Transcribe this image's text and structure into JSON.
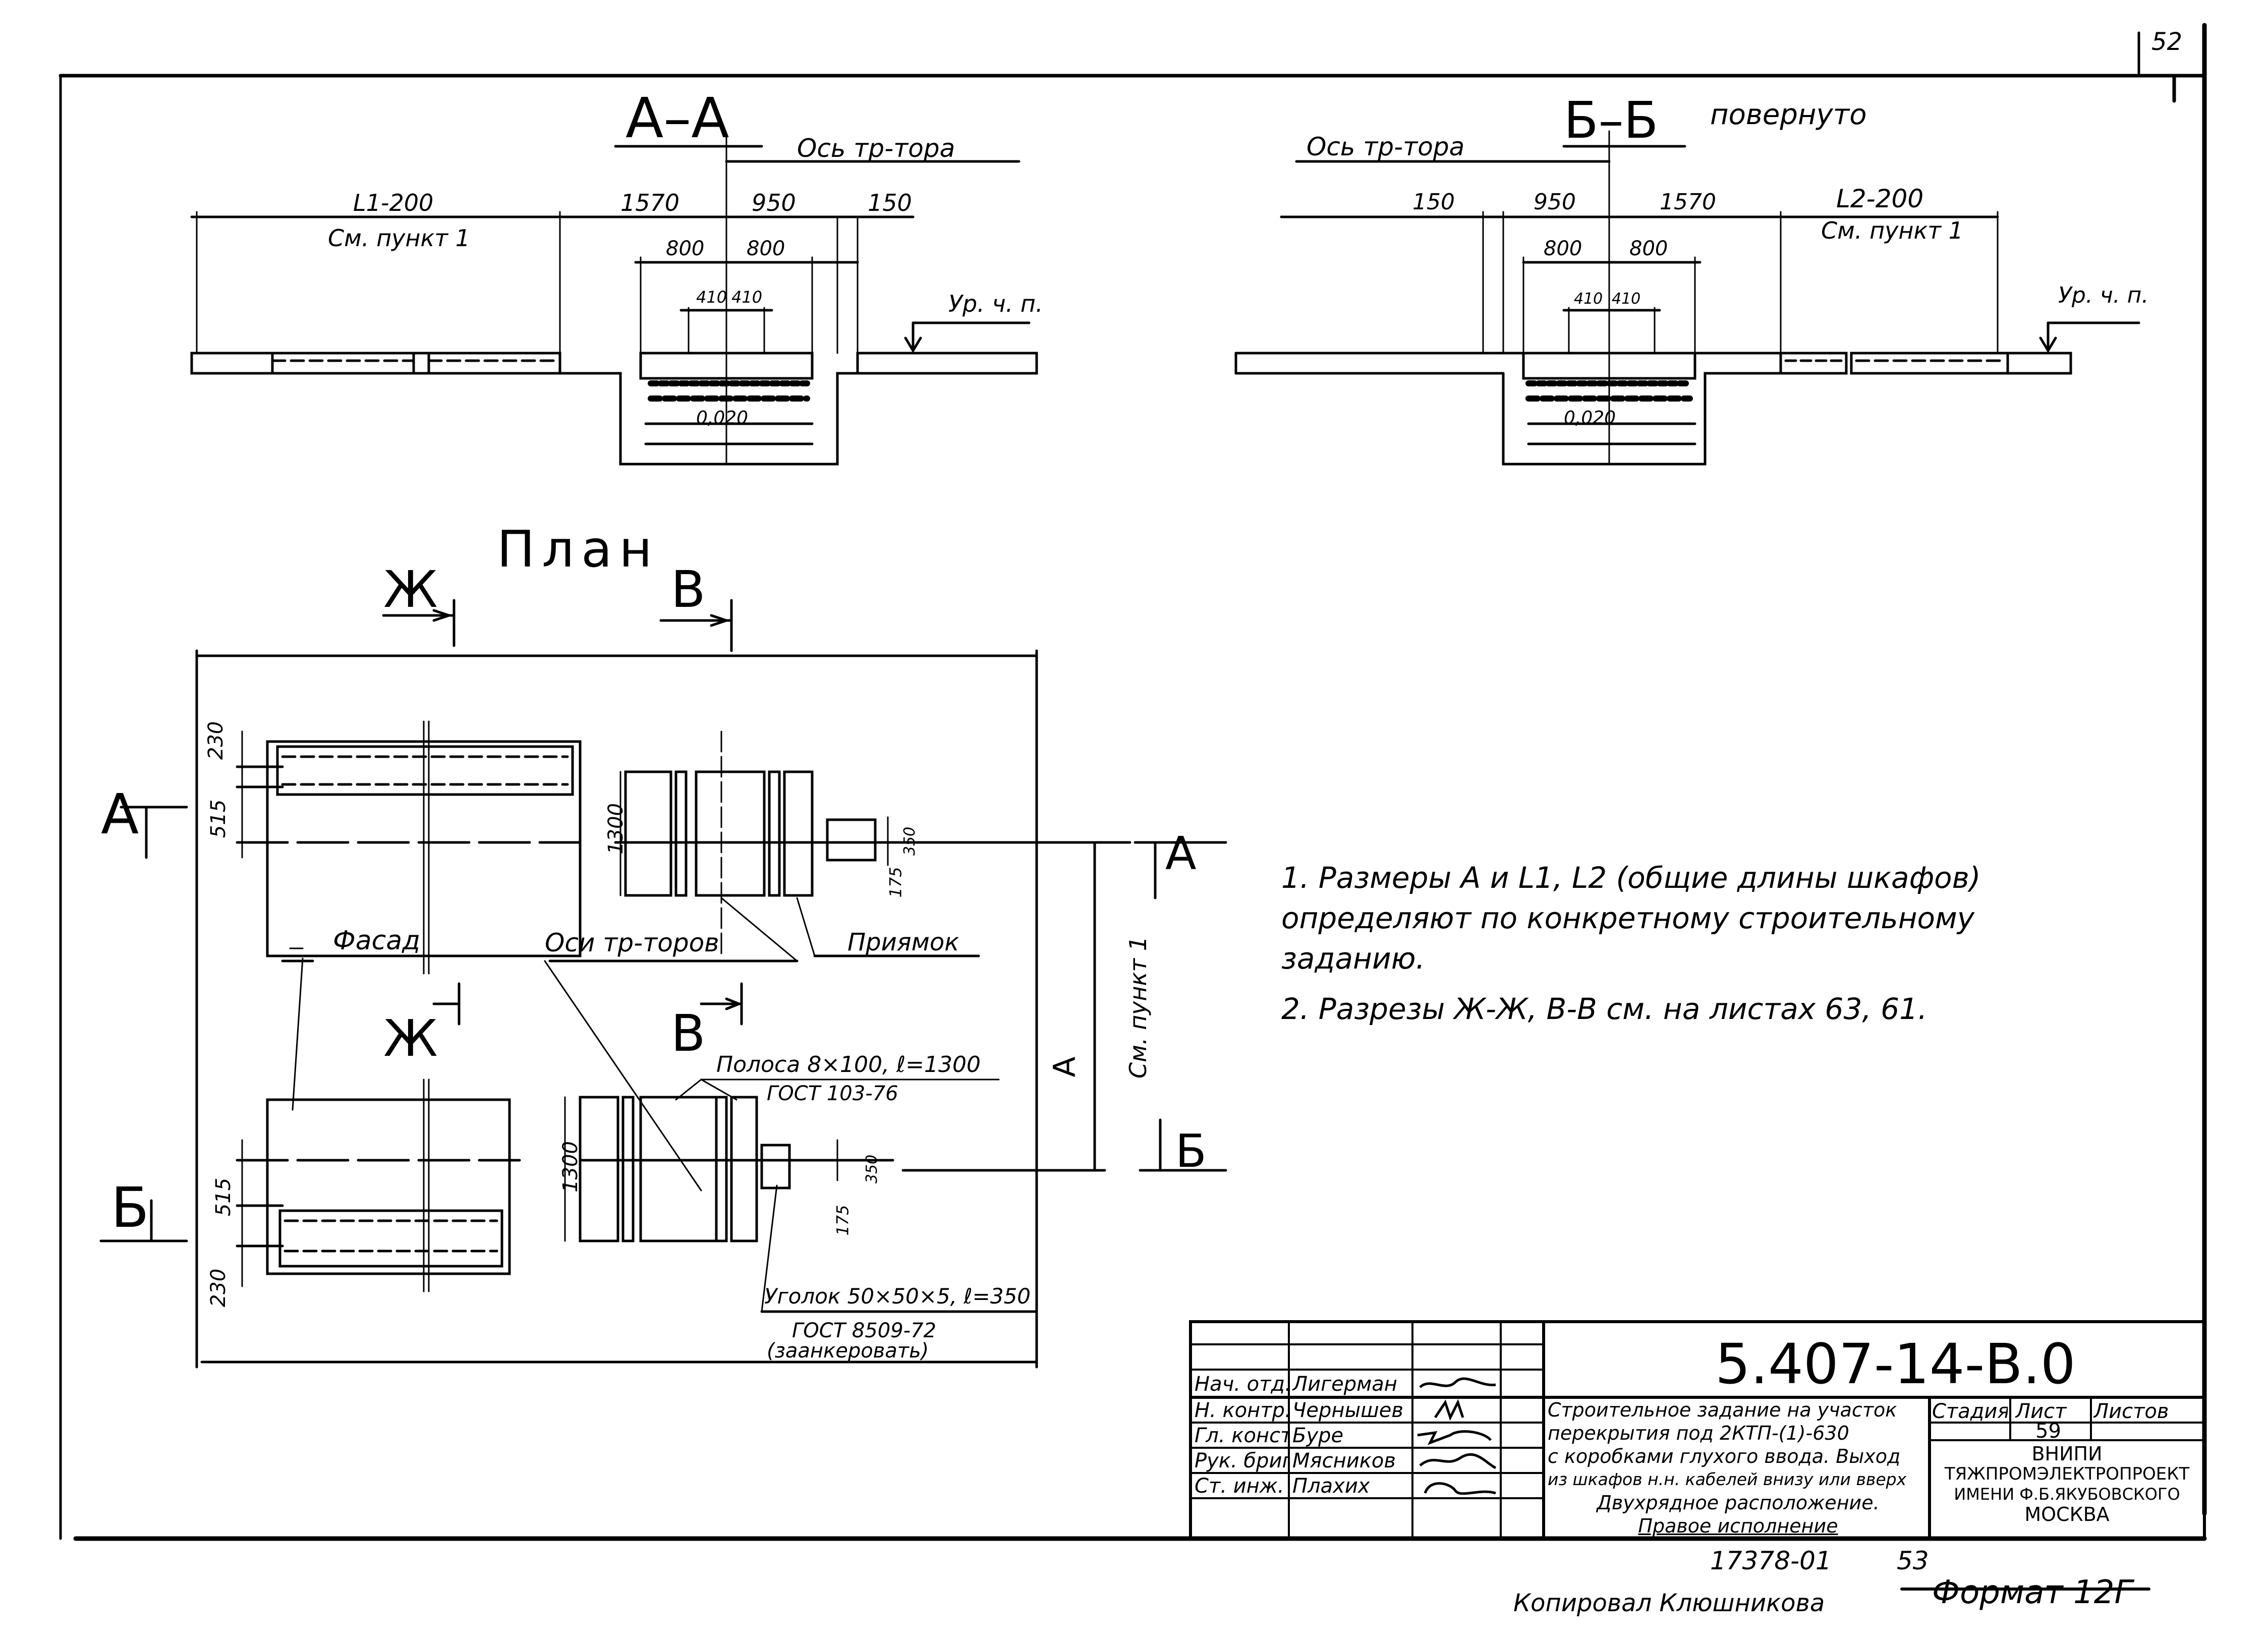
{
  "page_number": "52",
  "section_aa": {
    "title": "А–А",
    "axis_label": "Ось тр-тора",
    "dims_top": [
      "L1-200",
      "1570",
      "950",
      "150"
    ],
    "dim_ref": "См. пункт 1",
    "dims_mid": [
      "800",
      "800"
    ],
    "dims_inner": [
      "410",
      "410"
    ],
    "level_label": "Ур. ч. п.",
    "elevation": "0,020"
  },
  "section_bb": {
    "title": "Б–Б",
    "subtitle": "повернуто",
    "axis_label": "Ось тр-тора",
    "dims_top": [
      "150",
      "950",
      "1570",
      "L2-200"
    ],
    "dim_ref": "См. пункт 1",
    "dims_mid": [
      "800",
      "800"
    ],
    "dims_inner": [
      "410",
      "410"
    ],
    "level_label": "Ур. ч. п.",
    "elevation": "0,020"
  },
  "plan": {
    "title": "План",
    "cut_zh": "Ж",
    "cut_v": "В",
    "cut_a": "А",
    "cut_b": "Б",
    "dims": {
      "d230": "230",
      "d515": "515",
      "d1300": "1300",
      "d350": "350",
      "d175": "175",
      "dim_a": "А",
      "dim_a_ref": "См. пункт 1"
    },
    "labels": {
      "facade": "Фасад",
      "axes": "Оси тр-торов",
      "pit": "Приямок",
      "strip_line1": "Полоса 8×100, ℓ=1300",
      "strip_line2": "ГОСТ 103-76",
      "angle_line1": "Уголок 50×50×5, ℓ=350",
      "angle_line2": "ГОСТ 8509-72",
      "angle_line3": "(заанкеровать)"
    }
  },
  "notes": [
    "1. Размеры А и L1, L2 (общие длины шкафов) определяют по конкретному строительному заданию.",
    "2. Разрезы Ж-Ж, В-В см. на листах 63, 61."
  ],
  "title_block": {
    "doc_code": "5.407-14-В.0",
    "roles": [
      {
        "role": "Нач. отд.",
        "name": "Лигерман"
      },
      {
        "role": "Н. контр.",
        "name": "Чернышев"
      },
      {
        "role": "Гл. констр.",
        "name": "Буре"
      },
      {
        "role": "Рук. бриг.",
        "name": "Мясников"
      },
      {
        "role": "Ст. инж.",
        "name": "Плахих"
      }
    ],
    "description": [
      "Строительное задание на участок",
      "перекрытия под 2КТП-(1)-630",
      "с коробками глухого ввода. Выход",
      "из шкафов н.н. кабелей внизу или вверх",
      "Двухрядное расположение.",
      "Правое исполнение"
    ],
    "col_stage": "Стадия",
    "col_sheet": "Лист",
    "col_sheets": "Листов",
    "sheet_value": "59",
    "org_line1": "ВНИПИ",
    "org_line2": "ТЯЖПРОМЭЛЕКТРОПРОЕКТ",
    "org_line3": "ИМЕНИ Ф.Б.ЯКУБОВСКОГО",
    "org_line4": "МОСКВА"
  },
  "footer": {
    "archive_no": "17378-01",
    "archive_page": "53",
    "copied_by": "Копировал Клюшникова",
    "format": "Формат 12Г"
  }
}
